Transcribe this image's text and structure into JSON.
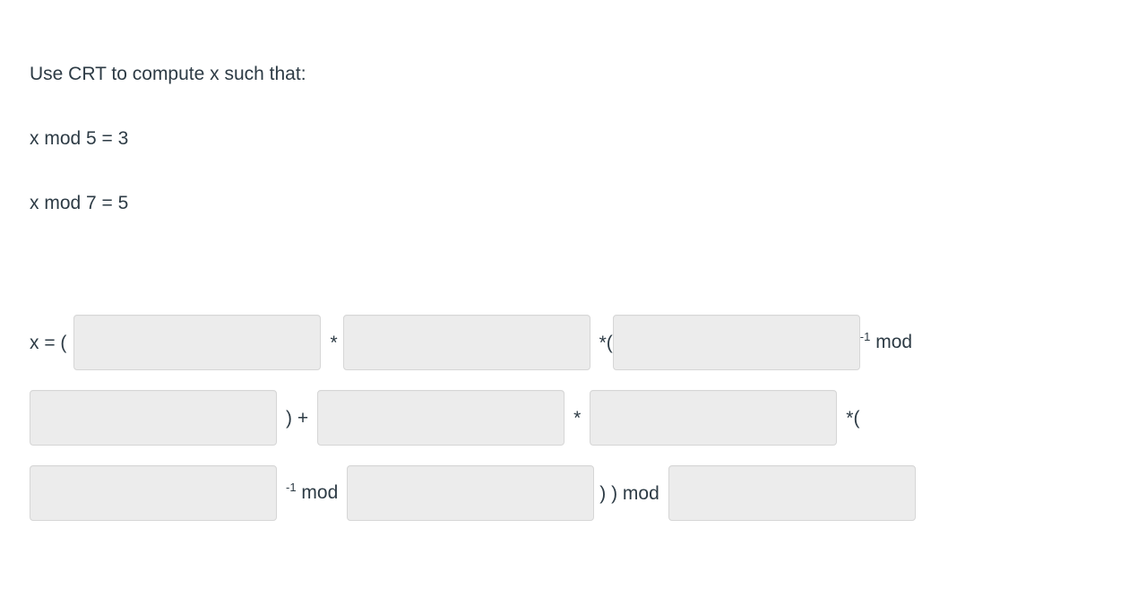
{
  "prompt": {
    "line1": "Use CRT to compute x such that:",
    "line2": "x mod 5 = 3",
    "line3": "x mod 7 = 5"
  },
  "answer": {
    "lead_label": "x = (",
    "operators": {
      "times": "*",
      "times_open_paren": "*(",
      "close_paren_plus": ") +",
      "inverse_exponent": "-1",
      "mod": "mod",
      "close_close_mod": ") ) mod"
    },
    "blanks": [
      {
        "id": "blank-1",
        "value": "",
        "placeholder": ""
      },
      {
        "id": "blank-2",
        "value": "",
        "placeholder": ""
      },
      {
        "id": "blank-3",
        "value": "",
        "placeholder": ""
      },
      {
        "id": "blank-4",
        "value": "",
        "placeholder": ""
      },
      {
        "id": "blank-5",
        "value": "",
        "placeholder": ""
      },
      {
        "id": "blank-6",
        "value": "",
        "placeholder": ""
      },
      {
        "id": "blank-7",
        "value": "",
        "placeholder": ""
      },
      {
        "id": "blank-8",
        "value": "",
        "placeholder": ""
      },
      {
        "id": "blank-9",
        "value": "",
        "placeholder": ""
      }
    ]
  },
  "colors": {
    "text": "#2d3b45",
    "input_fill": "#ececec",
    "input_border": "#d6d6d6",
    "background": "#ffffff"
  }
}
